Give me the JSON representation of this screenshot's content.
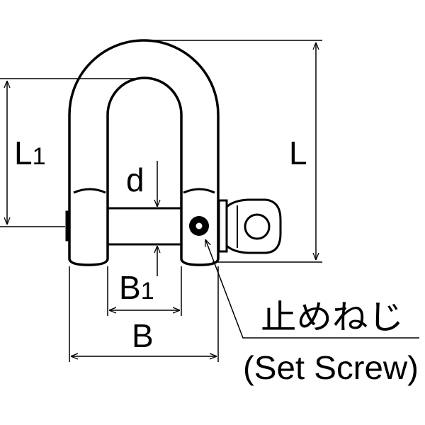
{
  "labels": {
    "L": "L",
    "L1_main": "L",
    "L1_sub": "1",
    "d": "d",
    "B1_main": "B",
    "B1_sub": "1",
    "B": "B",
    "set_screw_jp": "止めねじ",
    "set_screw_en": "(Set Screw)"
  },
  "colors": {
    "line": "#000000",
    "background": "#ffffff"
  }
}
